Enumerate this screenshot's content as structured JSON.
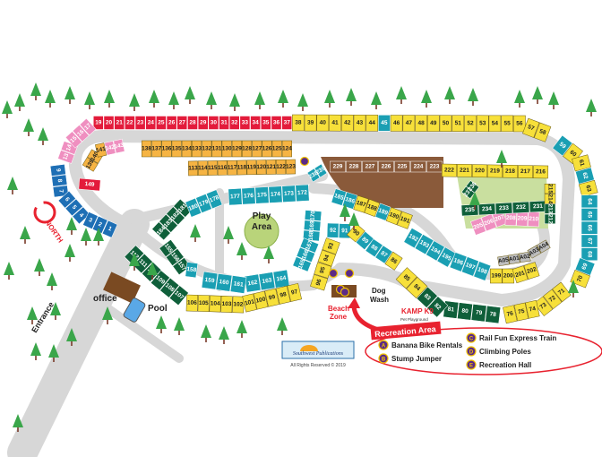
{
  "labels": {
    "play_area_1": "Play",
    "play_area_2": "Area",
    "office": "office",
    "pool": "Pool",
    "entrance": "Entrance",
    "dog_wash_1": "Dog",
    "dog_wash_2": "Wash",
    "beach_1": "Beach",
    "beach_2": "Zone",
    "kamp_k9": "KAMP K9",
    "pet_playground": "Pet Playground",
    "north": "NORTH",
    "logo": "Southwest Publications",
    "copyright": "All Rights Reserved © 2019"
  },
  "legend": {
    "title": "Recreation Area",
    "items": [
      {
        "letter": "A",
        "label": "Banana Bike Rentals"
      },
      {
        "letter": "B",
        "label": "Stump Jumper"
      },
      {
        "letter": "C",
        "label": "Rail Fun Express Train"
      },
      {
        "letter": "D",
        "label": "Climbing Poles"
      },
      {
        "letter": "E",
        "label": "Recreation Hall"
      }
    ]
  },
  "colors": {
    "red": "#e31b3b",
    "yellow": "#f7e03a",
    "teal": "#1a9fb3",
    "pink": "#ef8fc0",
    "blue": "#1e6fb5",
    "orange": "#f6b443",
    "dark_green": "#0f5f3a",
    "brown": "#8a5a3a",
    "gray_site": "#bdbdbd",
    "road": "#d7d7d7",
    "grass": "#c9df9f",
    "accent": "#e8222f"
  },
  "site_groups": [
    {
      "id": "red-top",
      "color": "red",
      "sites": [
        "19",
        "20",
        "21",
        "22",
        "23",
        "24",
        "25",
        "26",
        "27",
        "28",
        "29",
        "30",
        "31",
        "32",
        "33",
        "34",
        "35",
        "36",
        "37"
      ]
    },
    {
      "id": "yellow-top",
      "color": "yellow",
      "alt_color": "teal",
      "alt": [
        "45"
      ],
      "sites": [
        "38",
        "39",
        "40",
        "41",
        "42",
        "43",
        "44",
        "45",
        "46",
        "47",
        "48",
        "49",
        "50",
        "51",
        "52",
        "53",
        "54",
        "55",
        "56",
        "57",
        "58"
      ]
    },
    {
      "id": "pink-corner",
      "color": "pink",
      "sites": [
        "13",
        "14",
        "15",
        "16",
        "17"
      ]
    },
    {
      "id": "blue-left",
      "color": "blue",
      "sites": [
        "9",
        "8",
        "7",
        "6",
        "5",
        "4",
        "3",
        "2",
        "1"
      ]
    },
    {
      "id": "right-column",
      "color": "teal",
      "alt_color": "yellow",
      "alt": [
        "60",
        "61",
        "63",
        "70"
      ],
      "sites": [
        "59",
        "60",
        "61",
        "62",
        "63",
        "64",
        "65",
        "66",
        "67",
        "68",
        "69",
        "70"
      ]
    },
    {
      "id": "yellow-bottom-right",
      "color": "yellow",
      "sites": [
        "71",
        "72",
        "73",
        "74",
        "75",
        "76"
      ]
    },
    {
      "id": "green-bottom",
      "color": "dark_green",
      "alt_color": "yellow",
      "alt": [
        "84",
        "85"
      ],
      "sites": [
        "78",
        "79",
        "80",
        "81",
        "82",
        "83",
        "84",
        "85"
      ]
    },
    {
      "id": "orange-upper",
      "color": "orange",
      "sites": [
        "138",
        "137",
        "136",
        "135",
        "134",
        "133",
        "132",
        "131",
        "130",
        "129",
        "128",
        "127",
        "126",
        "125",
        "124"
      ]
    },
    {
      "id": "orange-lower",
      "color": "orange",
      "sites": [
        "113",
        "114",
        "115",
        "116",
        "117",
        "118",
        "119",
        "120",
        "121",
        "122",
        "123"
      ]
    },
    {
      "id": "orange-curve",
      "color": "orange",
      "alt_color": "pink",
      "alt": [
        "142",
        "143"
      ],
      "sites": [
        "139",
        "140",
        "141",
        "142",
        "143"
      ]
    },
    {
      "id": "red-149",
      "color": "red",
      "sites": [
        "149"
      ]
    },
    {
      "id": "dark-181",
      "color": "dark_green",
      "sites": [
        "181",
        "182",
        "183",
        "184"
      ]
    },
    {
      "id": "teal-178",
      "color": "teal",
      "sites": [
        "180",
        "179",
        "178"
      ]
    },
    {
      "id": "teal-177",
      "color": "teal",
      "sites": [
        "177",
        "176",
        "175",
        "174",
        "173",
        "172"
      ]
    },
    {
      "id": "teal-170",
      "color": "teal",
      "sites": [
        "170",
        "169",
        "168",
        "167",
        "166",
        "165"
      ]
    },
    {
      "id": "teal-164",
      "color": "teal",
      "sites": [
        "164",
        "163",
        "162",
        "161",
        "160",
        "159"
      ]
    },
    {
      "id": "dark-155",
      "color": "dark_green",
      "alt_color": "teal",
      "alt": [
        "158"
      ],
      "sites": [
        "155",
        "156",
        "157",
        "158"
      ]
    },
    {
      "id": "dark-112",
      "color": "dark_green",
      "sites": [
        "112",
        "111",
        "110",
        "109",
        "108",
        "107"
      ]
    },
    {
      "id": "yellow-106",
      "color": "yellow",
      "sites": [
        "106",
        "105",
        "104",
        "103",
        "102",
        "101",
        "100",
        "99",
        "98",
        "97"
      ]
    },
    {
      "id": "yellow-96",
      "color": "yellow",
      "sites": [
        "96",
        "95",
        "94",
        "93"
      ]
    },
    {
      "id": "mid-92",
      "color": "teal",
      "alt_color": "yellow",
      "alt": [
        "90",
        "86"
      ],
      "sites": [
        "92",
        "91",
        "90",
        "89",
        "88",
        "87",
        "86"
      ]
    },
    {
      "id": "mid-185",
      "color": "teal",
      "alt_color": "yellow",
      "alt": [
        "187",
        "188",
        "190",
        "191"
      ],
      "sites": [
        "185",
        "186",
        "187",
        "188",
        "189",
        "190",
        "191"
      ]
    },
    {
      "id": "teal-192",
      "color": "teal",
      "sites": [
        "192",
        "193",
        "194",
        "195",
        "196",
        "197",
        "198"
      ]
    },
    {
      "id": "yellow-199",
      "color": "yellow",
      "sites": [
        "199",
        "200",
        "201",
        "202"
      ]
    },
    {
      "id": "gray-a",
      "color": "gray_site",
      "sites": [
        "A05",
        "A01",
        "A02",
        "A03",
        "A04"
      ]
    },
    {
      "id": "pink-205",
      "color": "pink",
      "sites": [
        "205",
        "206",
        "207",
        "208",
        "209",
        "210"
      ]
    },
    {
      "id": "dark-230s",
      "color": "dark_green",
      "sites": [
        "235",
        "234",
        "233",
        "232",
        "231"
      ]
    },
    {
      "id": "dark-236",
      "color": "dark_green",
      "sites": [
        "237",
        "236"
      ]
    },
    {
      "id": "brown-cabins",
      "color": "brown",
      "sites": [
        "229",
        "228",
        "227",
        "226",
        "225",
        "224",
        "223"
      ]
    },
    {
      "id": "yellow-222",
      "color": "yellow",
      "sites": [
        "222",
        "221",
        "220",
        "219",
        "218",
        "217",
        "216"
      ]
    },
    {
      "id": "yellow-215",
      "color": "yellow",
      "alt_color": "dark_green",
      "alt": [
        "213",
        "212"
      ],
      "sites": [
        "215",
        "214",
        "213",
        "212"
      ]
    },
    {
      "id": "teal-238",
      "color": "teal",
      "sites": [
        "238",
        "239"
      ]
    }
  ]
}
